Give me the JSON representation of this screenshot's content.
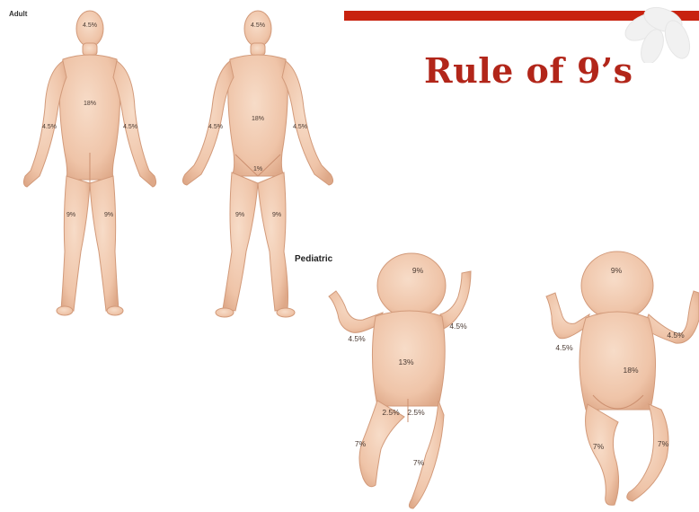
{
  "slide": {
    "title": "Rule of 9’s",
    "colors": {
      "title": "#b2261a",
      "bar": "#c8220f",
      "skin": "#f2cbb3",
      "skin_shade": "#dea888",
      "label_text": "#4a3a32"
    }
  },
  "labels": {
    "adult": "Adult",
    "pediatric": "Pediatric"
  },
  "adult_back": {
    "head": "4.5%",
    "trunk": "18%",
    "left_arm": "4.5%",
    "right_arm": "4.5%",
    "left_leg": "9%",
    "right_leg": "9%"
  },
  "adult_front": {
    "head": "4.5%",
    "trunk": "18%",
    "left_arm": "4.5%",
    "right_arm": "4.5%",
    "genitals": "1%",
    "left_leg": "9%",
    "right_leg": "9%"
  },
  "infant_back": {
    "head": "9%",
    "left_arm": "4.5%",
    "right_arm": "4.5%",
    "trunk": "13%",
    "left_buttock": "2.5%",
    "right_buttock": "2.5%",
    "left_leg": "7%",
    "right_leg": "7%"
  },
  "infant_front": {
    "head": "9%",
    "left_arm": "4.5%",
    "right_arm": "4.5%",
    "trunk": "18%",
    "left_leg": "7%",
    "right_leg": "7%"
  }
}
